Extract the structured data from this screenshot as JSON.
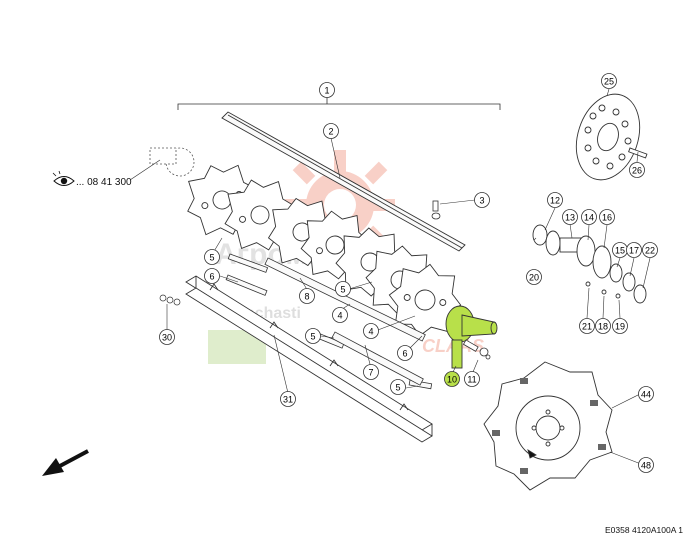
{
  "diagram": {
    "ref_view": "... 08 41 300",
    "footer_code": "E0358 4120A100A 1",
    "highlight_color": "#b8e04a",
    "watermark_color": "#e8583a",
    "watermark_text_1": "Агромир",
    "watermark_text_2": "zapchasti",
    "watermark_text_3": "CLAAS",
    "callouts": {
      "c1": "1",
      "c2": "2",
      "c3": "3",
      "c4a": "4",
      "c4b": "4",
      "c5a": "5",
      "c5b": "5",
      "c5c": "5",
      "c5d": "5",
      "c6a": "6",
      "c6b": "6",
      "c7": "7",
      "c8": "8",
      "c10": "10",
      "c11": "11",
      "c12": "12",
      "c13": "13",
      "c14": "14",
      "c15": "15",
      "c16": "16",
      "c17": "17",
      "c18": "18",
      "c19": "19",
      "c20": "20",
      "c21": "21",
      "c22": "22",
      "c25": "25",
      "c26": "26",
      "c30": "30",
      "c31": "31",
      "c44": "44",
      "c48": "48"
    }
  }
}
